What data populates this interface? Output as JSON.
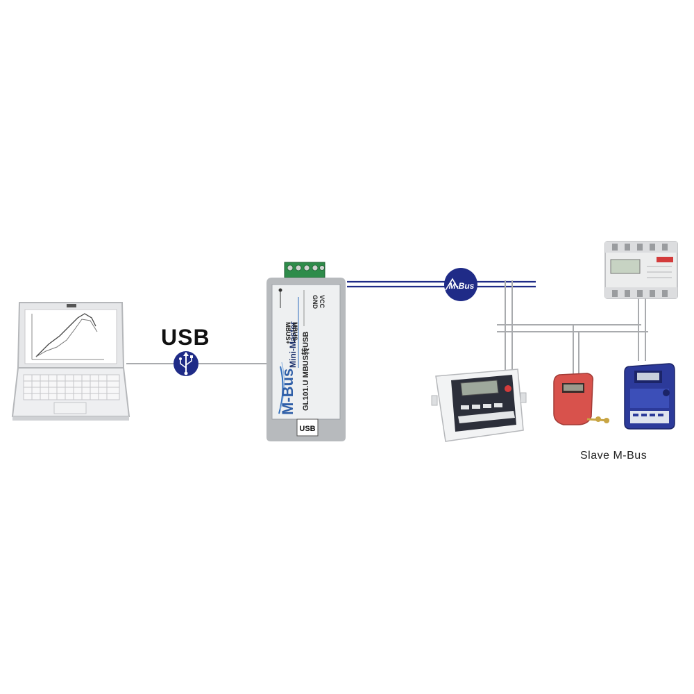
{
  "labels": {
    "usb": "USB",
    "mbus_badge": "M-Bus",
    "slave": "Slave M-Bus"
  },
  "master": {
    "brand": "M-Bus",
    "model": "Mini-Master",
    "part": "GL101.U  MBUS转USB",
    "terminal_1": "MBUS+",
    "terminal_2": "MBUS-",
    "terminal_3": "GND",
    "terminal_4": "VCC",
    "port": "USB"
  },
  "colors": {
    "usb_badge": "#1f2b87",
    "bus_line": "#1f2b87",
    "wire": "#a9abae"
  },
  "icons": [
    "laptop-icon",
    "usb-symbol-icon",
    "m-bus-logo-icon",
    "din-rail-meter-icon",
    "heat-meter-icon",
    "water-meter-icon",
    "heat-cost-meter-icon"
  ]
}
